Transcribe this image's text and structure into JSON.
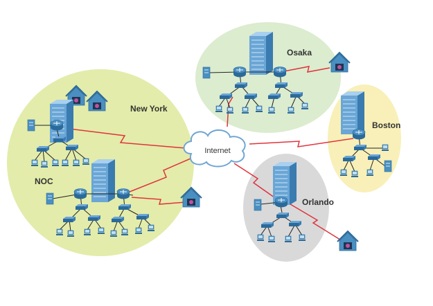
{
  "diagram": {
    "labels": {
      "new_york": "New York",
      "noc": "NOC",
      "osaka": "Osaka",
      "boston": "Boston",
      "orlando": "Orlando",
      "internet": "Internet"
    },
    "colors": {
      "new_york_area": "#e3ecaa",
      "osaka_area": "#dceccf",
      "boston_area": "#f8f0b8",
      "orlando_area": "#d9d9d9",
      "wan_link": "#e0323c",
      "device_blue": "#4a8fc2",
      "device_dark": "#2b6a99",
      "cable": "#222222",
      "cloud_fill": "#ffffff",
      "cloud_stroke": "#6fa5d4"
    },
    "icons": [
      "building-icon",
      "router-icon",
      "switch-icon",
      "pc-icon",
      "server-icon",
      "home-office-icon",
      "cloud-icon"
    ]
  }
}
